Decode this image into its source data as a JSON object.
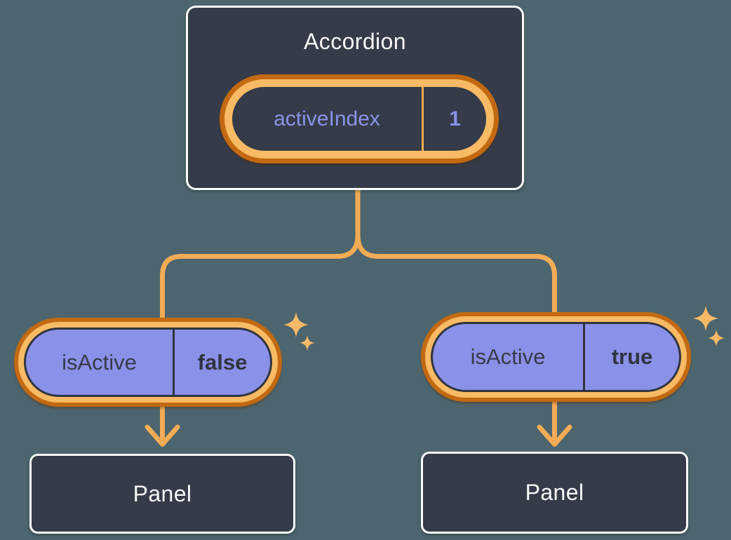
{
  "colors": {
    "background": "#4D656E",
    "node_fill": "#353B48",
    "node_border": "#FBFCFD",
    "text_light": "#F7F8FA",
    "text_dark": "#363C49",
    "pill_purple_fill": "#8B90E8",
    "purple_text": "#8A92E9",
    "ring_outer_orange": "#C26912",
    "ring_inner_orange": "#F8BA64",
    "connector_orange": "#F2AC55",
    "sparkle_orange": "#F7BA68"
  },
  "tree": {
    "root": {
      "title": "Accordion",
      "state": {
        "name": "activeIndex",
        "value": "1"
      }
    },
    "left_child": {
      "state": {
        "name": "isActive",
        "value": "false"
      },
      "panel": {
        "label": "Panel"
      }
    },
    "right_child": {
      "state": {
        "name": "isActive",
        "value": "true"
      },
      "panel": {
        "label": "Panel"
      }
    }
  }
}
